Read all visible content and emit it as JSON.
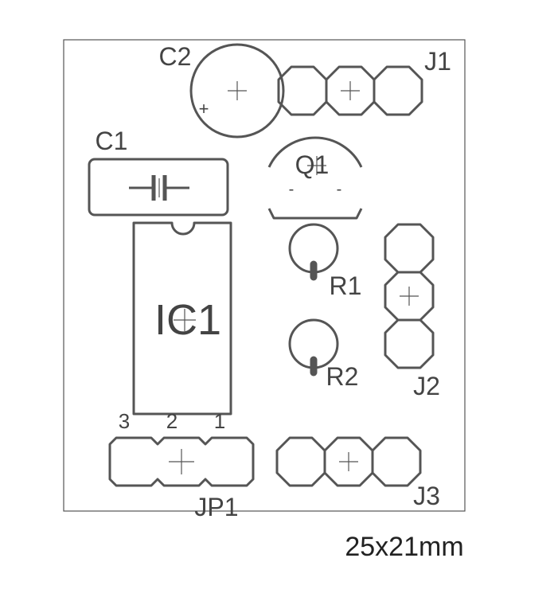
{
  "board": {
    "components": {
      "c1": "C1",
      "c2": "C2",
      "c2_polarity": "+",
      "q1": "Q1",
      "q1_pin_mark_1": "-",
      "q1_pin_mark_2": "-",
      "ic1": "IC1",
      "r1": "R1",
      "r2": "R2",
      "j1": "J1",
      "j2": "J2",
      "j3": "J3",
      "jp1": "JP1"
    },
    "jp1_pins": [
      "3",
      "2",
      "1"
    ],
    "size_label": "25x21mm"
  }
}
